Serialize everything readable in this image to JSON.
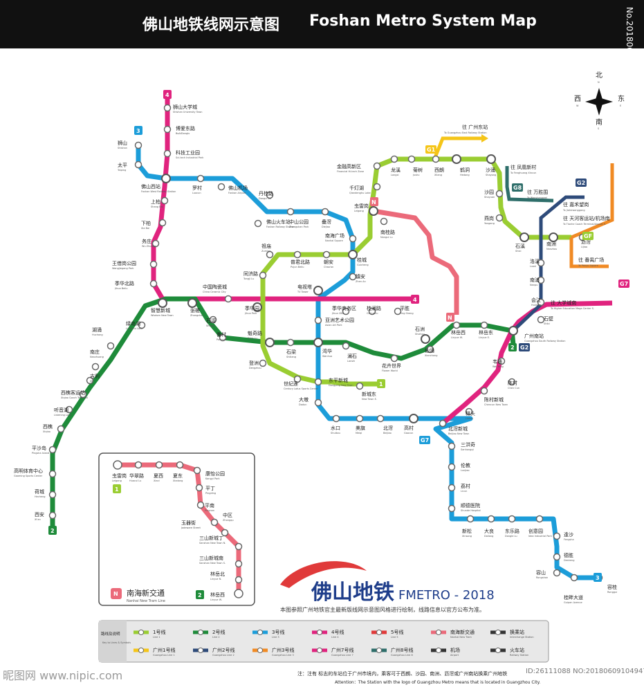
{
  "header": {
    "title_cn": "佛山地铁线网示意图",
    "title_en": "Foshan Metro System Map"
  },
  "compass": {
    "north": "北",
    "north_en": "N",
    "south": "南",
    "south_en": "S",
    "east": "东",
    "east_en": "E",
    "west": "西",
    "west_en": "W"
  },
  "colors": {
    "line1": "#9ACD32",
    "line2": "#1E8B3A",
    "line3": "#1C9DD9",
    "line4": "#E0237E",
    "line5": "#E03A3A",
    "nanhai": "#EB6A7A",
    "g1": "#F5C518",
    "g2": "#2E4B7A",
    "g3": "#F08A24",
    "g7": "#E0237E",
    "g8": "#2E6E6A"
  },
  "stations": [
    {
      "cn": "狮山大学城",
      "en": "Shishan University Town"
    },
    {
      "cn": "博爱东路",
      "en": "BoAiDonglu"
    },
    {
      "cn": "科技工业园",
      "en": "Sci-tech Industrial Park"
    },
    {
      "cn": "狮山",
      "en": "Shishan"
    },
    {
      "cn": "太平",
      "en": "Taiping"
    },
    {
      "cn": "佛山西站",
      "en": "Foshan West Railway Station"
    },
    {
      "cn": "罗村",
      "en": "Luocun"
    },
    {
      "cn": "佛山机场",
      "en": "Foshan Airport"
    },
    {
      "cn": "丹桂路",
      "en": "Dangui Lu"
    },
    {
      "cn": "上柏",
      "en": "Shang Bai"
    },
    {
      "cn": "下柏",
      "en": "Xia Bai"
    },
    {
      "cn": "务庄",
      "en": "Wu Zhuang"
    },
    {
      "cn": "王借岗公园",
      "en": "Wangjiegang Park"
    },
    {
      "cn": "季华北路",
      "en": "Jihua Beilu"
    },
    {
      "cn": "佛山火车站",
      "en": "Foshan Railway Station"
    },
    {
      "cn": "中山公园",
      "en": "Zhongshan Park"
    },
    {
      "cn": "叠滘",
      "en": "Diejiao"
    },
    {
      "cn": "南海广场",
      "en": "Nanhai Square"
    },
    {
      "cn": "金融高新区",
      "en": "Financial Hi-tech Zone"
    },
    {
      "cn": "千灯湖",
      "en": "Qiandenghu Lake"
    },
    {
      "cn": "虫雷岗",
      "en": "Leigang"
    },
    {
      "cn": "南桂路",
      "en": "Nangui Lu"
    },
    {
      "cn": "祖庙",
      "en": "Zumiao"
    },
    {
      "cn": "普君北路",
      "en": "Pujun Beilu"
    },
    {
      "cn": "朝安",
      "en": "Chao'an"
    },
    {
      "cn": "桂城",
      "en": "Guicheng"
    },
    {
      "cn": "镇安",
      "en": "Zhen An"
    },
    {
      "cn": "同济路",
      "en": "Tongji Lu"
    },
    {
      "cn": "中国陶瓷城",
      "en": "China Ceramic City"
    },
    {
      "cn": "电视塔",
      "en": "TV Tower"
    },
    {
      "cn": "季华园",
      "en": "Jihua Park"
    },
    {
      "cn": "季华商务区",
      "en": "Jihua CBD"
    },
    {
      "cn": "桂澜路",
      "en": "Gui Lanlu"
    },
    {
      "cn": "平胜",
      "en": "Ping Sheng"
    },
    {
      "cn": "智慧新城",
      "en": "Wisdom New Town"
    },
    {
      "cn": "张槎",
      "en": "Zhangcha"
    },
    {
      "cn": "石湾",
      "en": "Shiwan"
    },
    {
      "cn": "亚洲艺术公园",
      "en": "Asian Art Park"
    },
    {
      "cn": "绿岛湖",
      "en": "Lvdaohu Lake"
    },
    {
      "cn": "湖涌",
      "en": "Huchong"
    },
    {
      "cn": "南庄",
      "en": "Nanzhuang"
    },
    {
      "cn": "吉利",
      "en": "Jili"
    },
    {
      "cn": "西樵客运站",
      "en": "Xiqiao Coach Terminal"
    },
    {
      "cn": "听音湖",
      "en": "Listening Lake"
    },
    {
      "cn": "西樵",
      "en": "Xiqiao"
    },
    {
      "cn": "平沙岛",
      "en": "Pingsha Island"
    },
    {
      "cn": "高明体育中心",
      "en": "Gaoming Sports Center"
    },
    {
      "cn": "荷城",
      "en": "Hecheng"
    },
    {
      "cn": "西安",
      "en": "Xi'an"
    },
    {
      "cn": "番村",
      "en": "Pancun"
    },
    {
      "cn": "魁奇路",
      "en": "Kuiqi Lu"
    },
    {
      "cn": "石梁",
      "en": "Shiliang"
    },
    {
      "cn": "湾华",
      "en": "Wanhua"
    },
    {
      "cn": "澜石",
      "en": "Lanshi"
    },
    {
      "cn": "登洲",
      "en": "Dengzhou"
    },
    {
      "cn": "花卉世界",
      "en": "Flower World"
    },
    {
      "cn": "世纪莲",
      "en": "Century Lotus Sports Center"
    },
    {
      "cn": "东平新城",
      "en": "Dongping New Town"
    },
    {
      "cn": "新城东",
      "en": "New Town E."
    },
    {
      "cn": "大墩",
      "en": "Dadun"
    },
    {
      "cn": "石洲",
      "en": "Shizhou"
    },
    {
      "cn": "林岳西",
      "en": "Linyue W."
    },
    {
      "cn": "林岳东",
      "en": "Linyue E."
    },
    {
      "cn": "仙涌",
      "en": "Xianchong"
    },
    {
      "cn": "水口",
      "en": "Shuikou"
    },
    {
      "cn": "美旗",
      "en": "Meiqi"
    },
    {
      "cn": "北滘",
      "en": "Beijiao"
    },
    {
      "cn": "高村",
      "en": "Gaocun"
    },
    {
      "cn": "北滘新城",
      "en": "Beijiao New Town"
    },
    {
      "cn": "陈村新城",
      "en": "Chencun New Town"
    },
    {
      "cn": "林头",
      "en": "Lintou"
    },
    {
      "cn": "陈村",
      "en": "Chen Cun"
    },
    {
      "cn": "韦涌",
      "en": "Wei Yong"
    },
    {
      "cn": "广州南站",
      "en": "Guangzhou South Railway Station"
    },
    {
      "cn": "石壁",
      "en": "Shibi"
    },
    {
      "cn": "会江",
      "en": "Huijiang"
    },
    {
      "cn": "南浦",
      "en": "Nanpu"
    },
    {
      "cn": "洛溪",
      "en": "Luoxi"
    },
    {
      "cn": "南洲",
      "en": "Nanzhou"
    },
    {
      "cn": "石溪",
      "en": "Shixi"
    },
    {
      "cn": "沥滘",
      "en": "Lijiao"
    },
    {
      "cn": "龙溪",
      "en": "Longxi"
    },
    {
      "cn": "菊树",
      "en": "Jushu"
    },
    {
      "cn": "西朗",
      "en": "Xilang"
    },
    {
      "cn": "鹤洞",
      "en": "Hedong"
    },
    {
      "cn": "沙涌",
      "en": "Shayong"
    },
    {
      "cn": "沙园",
      "en": "Shayuan"
    },
    {
      "cn": "燕岗",
      "en": "Yangang"
    },
    {
      "cn": "三洪奇",
      "en": "Sanhongqi"
    },
    {
      "cn": "伦教",
      "en": "Lunjiao"
    },
    {
      "cn": "荔村",
      "en": "Licun"
    },
    {
      "cn": "顺德医院",
      "en": "Shunde Hospital"
    },
    {
      "cn": "新松",
      "en": "Xinsong"
    },
    {
      "cn": "大良",
      "en": "Daliang"
    },
    {
      "cn": "东乐路",
      "en": "Dongle Lu"
    },
    {
      "cn": "创意园",
      "en": "Idea Industrial Park"
    },
    {
      "cn": "逢沙",
      "en": "Fengsha"
    },
    {
      "cn": "德胜",
      "en": "Desheng"
    },
    {
      "cn": "容山",
      "en": "Rongshan"
    },
    {
      "cn": "桂畔大道",
      "en": "Guipan Avenue"
    },
    {
      "cn": "容桂",
      "en": "Ronggui"
    }
  ],
  "directions": [
    {
      "cn": "往 广州东站",
      "en": "To Guangzhou East Railway Station"
    },
    {
      "cn": "往 凤凰新村",
      "en": "To Fenghuang Xincun"
    },
    {
      "cn": "往 万胜围",
      "en": "To Wanshengwei"
    },
    {
      "cn": "往 嘉禾望岗",
      "en": "To Jiahewanggang"
    },
    {
      "cn": "往 天河客运站/机场南",
      "en": "To Tianhe Coach Terminal/Airport S."
    },
    {
      "cn": "往 番禺广场",
      "en": "To Panyu Square"
    },
    {
      "cn": "往 大学城南",
      "en": "To Higher Education Mega Center S."
    }
  ],
  "line_badges": {
    "l1": "1",
    "l2": "2",
    "l3": "3",
    "l4": "4",
    "n": "N",
    "g1": "G1",
    "g2": "G2",
    "g3": "GF",
    "g7": "G7",
    "g8": "G8"
  },
  "inset": {
    "stations": [
      "虫雷岗",
      "华翠路",
      "夏西",
      "夏东",
      "康怡公园",
      "平丁",
      "平南",
      "中区",
      "玉器街",
      "三山新城丁",
      "三山新城南",
      "林岳北",
      "林岳西"
    ],
    "stations_en": [
      "Leigang",
      "Huacui Lu",
      "Xiaxi",
      "Xiadong",
      "Kangyi Park",
      "Pingding",
      "Pingnan",
      "Zhongqu",
      "Jadeware Street",
      "Sanshan New Town N.",
      "Sanshan New Town S.",
      "Linyue N.",
      "Linyue W."
    ],
    "line_name_cn": "南海新交通",
    "line_name_en": "Nanhai New Tram Line",
    "badge": "N",
    "end_badge_1": "1",
    "end_badge_2": "2"
  },
  "logo": {
    "cn": "佛山地铁",
    "en": "FMETRO - 2018"
  },
  "notice": "本图参照广州地铁官主最新版线网示意图风格进行绘制，线路信息以官方公布为准。",
  "legend": {
    "title": "路线及说明",
    "title_en": "Key to Lines & Symbols",
    "items": [
      {
        "cn": "1号线",
        "en": "Line 1",
        "color": "#9ACD32"
      },
      {
        "cn": "2号线",
        "en": "Line 2",
        "color": "#1E8B3A"
      },
      {
        "cn": "3号线",
        "en": "Line 3",
        "color": "#1C9DD9"
      },
      {
        "cn": "4号线",
        "en": "Line 4",
        "color": "#E0237E"
      },
      {
        "cn": "5号线",
        "en": "Line 5",
        "color": "#E03A3A"
      },
      {
        "cn": "南海新交通",
        "en": "Nanhai New Tram",
        "color": "#EB6A7A"
      },
      {
        "cn": "换乘站",
        "en": "Interchange Station",
        "color": "#333333"
      },
      {
        "cn": "广州1号线",
        "en": "Guangzhou Line 1",
        "color": "#F5C518"
      },
      {
        "cn": "广州2号线",
        "en": "Guangzhou Line 2",
        "color": "#2E4B7A"
      },
      {
        "cn": "广州3号线",
        "en": "Guangzhou Line 3",
        "color": "#F08A24"
      },
      {
        "cn": "广州7号线",
        "en": "Guangzhou Line 7",
        "color": "#E0237E"
      },
      {
        "cn": "广州8号线",
        "en": "Guangzhou Line 8",
        "color": "#2E6E6A"
      },
      {
        "cn": "机场",
        "en": "Airport",
        "color": "#333333"
      },
      {
        "cn": "火车站",
        "en": "Railway Station",
        "color": "#333333"
      }
    ]
  },
  "note_cn": "注：注有 标志的车站位于广州市境内，乘客可于西朗、沙园、南洲、沥滘或广州南站换乘广州地铁",
  "note_en": "Attention：The Station with the logo of Guangzhou Metro means that is located in Guangzhou City.",
  "watermark": "昵图网 www.nipic.com",
  "watermark_id": "ID:26111088 NO:20180609104947921089",
  "side_id": "No.20180609104947921089"
}
